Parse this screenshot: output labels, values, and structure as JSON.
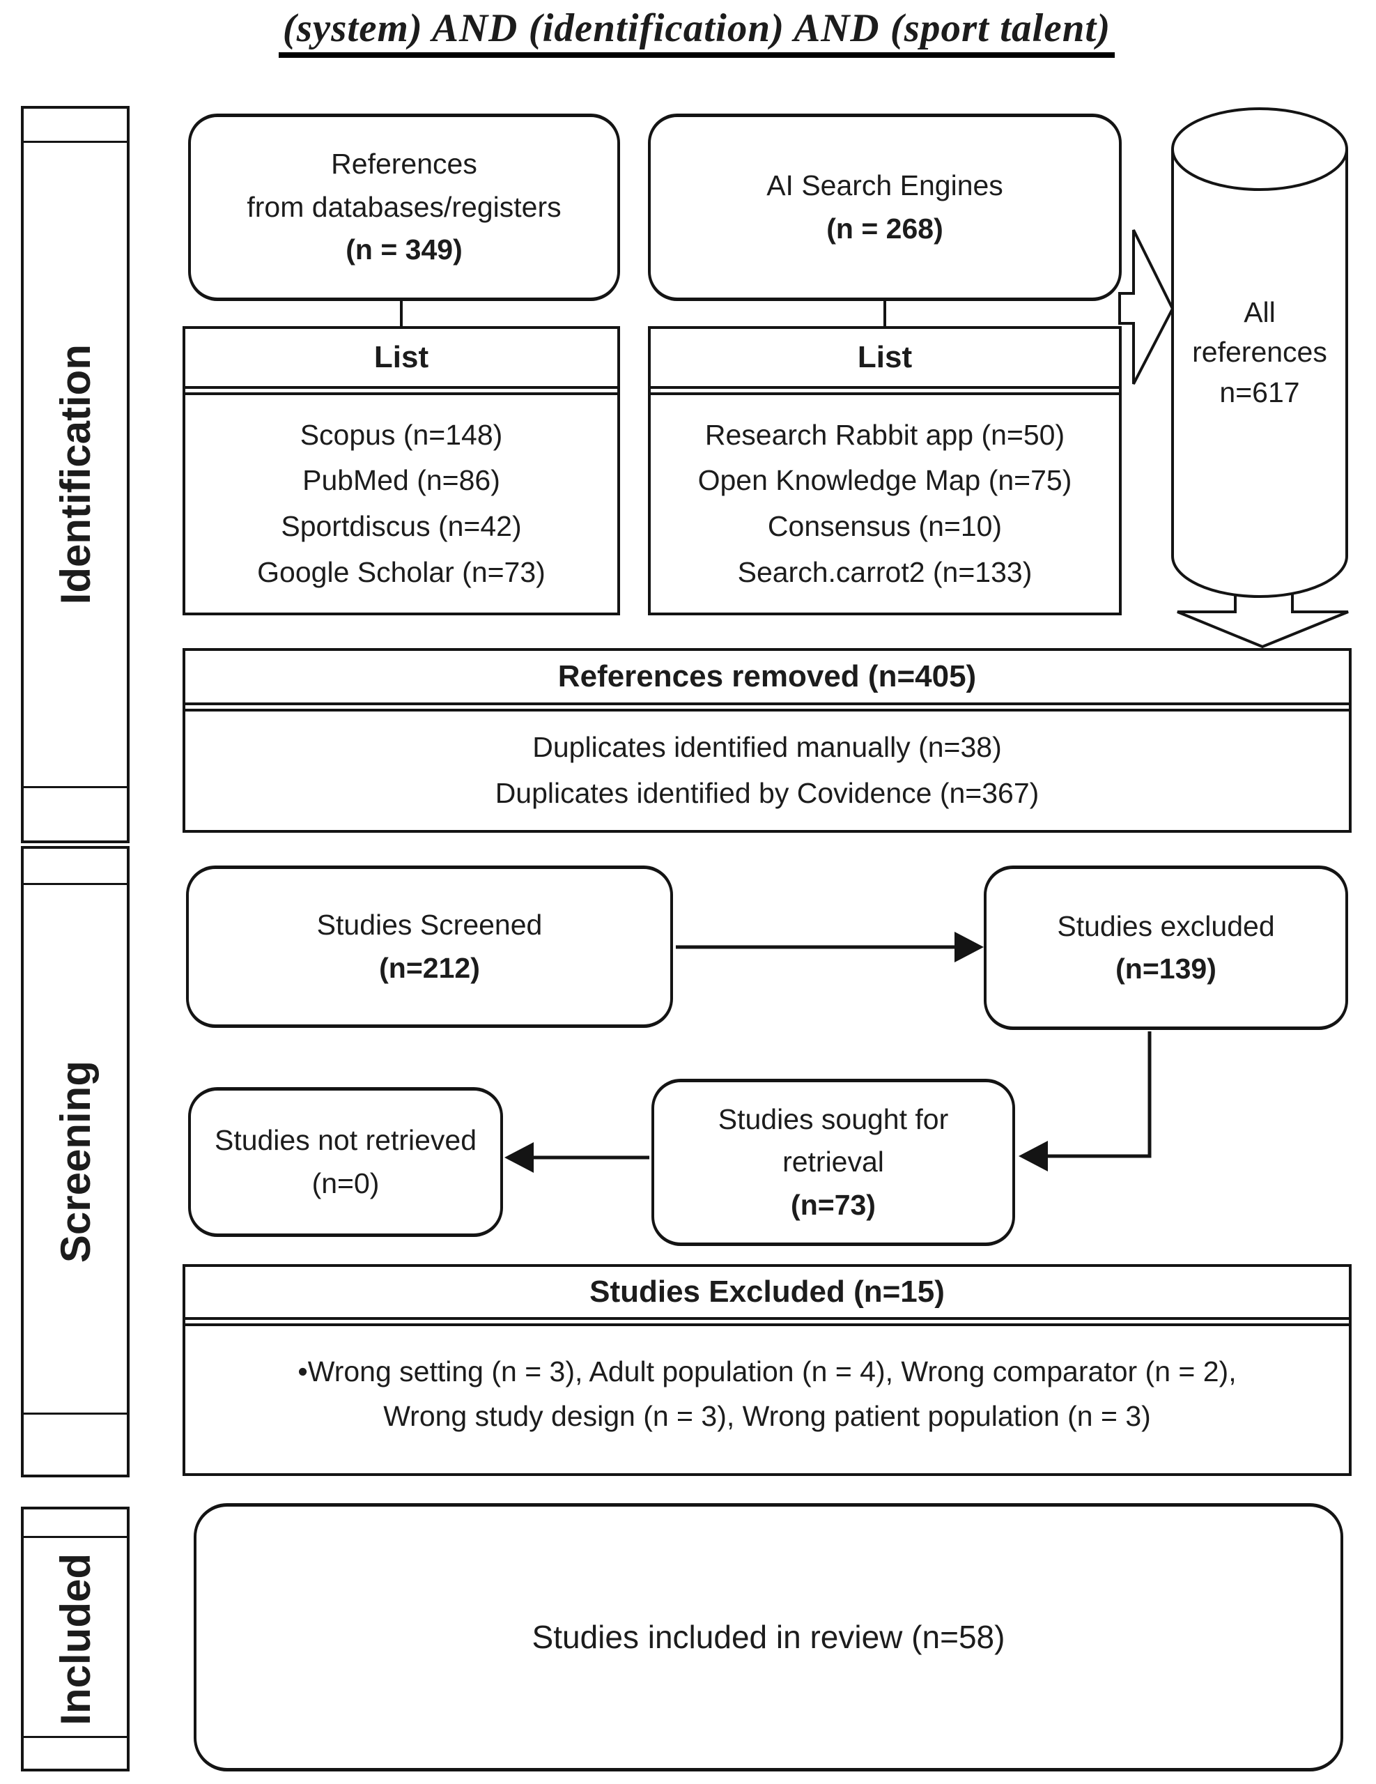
{
  "title": "(system) AND (identification) AND (sport talent)",
  "sidebar": {
    "identification": "Identification",
    "screening": "Screening",
    "included": "Included"
  },
  "identification": {
    "references_box": {
      "line1": "References",
      "line2": "from databases/registers",
      "n": "(n = 349)"
    },
    "ai_box": {
      "line1": "AI Search Engines",
      "n": "(n = 268)"
    },
    "list_left": {
      "header": "List",
      "items": [
        "Scopus (n=148)",
        "PubMed (n=86)",
        "Sportdiscus (n=42)",
        "Google Scholar (n=73)"
      ]
    },
    "list_right": {
      "header": "List",
      "items": [
        "Research Rabbit app (n=50)",
        "Open Knowledge Map (n=75)",
        "Consensus (n=10)",
        "Search.carrot2 (n=133)"
      ]
    },
    "all_references": {
      "line1": "All",
      "line2": "references",
      "line3": "n=617"
    },
    "removed_box": {
      "header_bold": "References removed",
      "header_rest": " (n=405)",
      "items": [
        "Duplicates identified manually (n=38)",
        "Duplicates identified by Covidence (n=367)"
      ]
    }
  },
  "screening": {
    "screened_box": {
      "line1": "Studies Screened",
      "n": "(n=212)"
    },
    "excluded_box": {
      "line1": "Studies excluded",
      "n": "(n=139)"
    },
    "not_retrieved_box": {
      "line1": "Studies not retrieved",
      "n": "(n=0)"
    },
    "sought_box": {
      "line1": "Studies sought for",
      "line2": "retrieval",
      "n": "(n=73)"
    },
    "excluded15_box": {
      "header": "Studies Excluded (n=15)",
      "line1": "•Wrong setting (n = 3),  Adult population (n = 4), Wrong comparator (n = 2),",
      "line2": "Wrong study design (n = 3), Wrong patient population (n = 3)"
    }
  },
  "included": {
    "included_box": {
      "text": "Studies included in review (n=58)"
    }
  },
  "colors": {
    "line": "#141414",
    "text": "#1c1c1c",
    "background": "#ffffff"
  }
}
